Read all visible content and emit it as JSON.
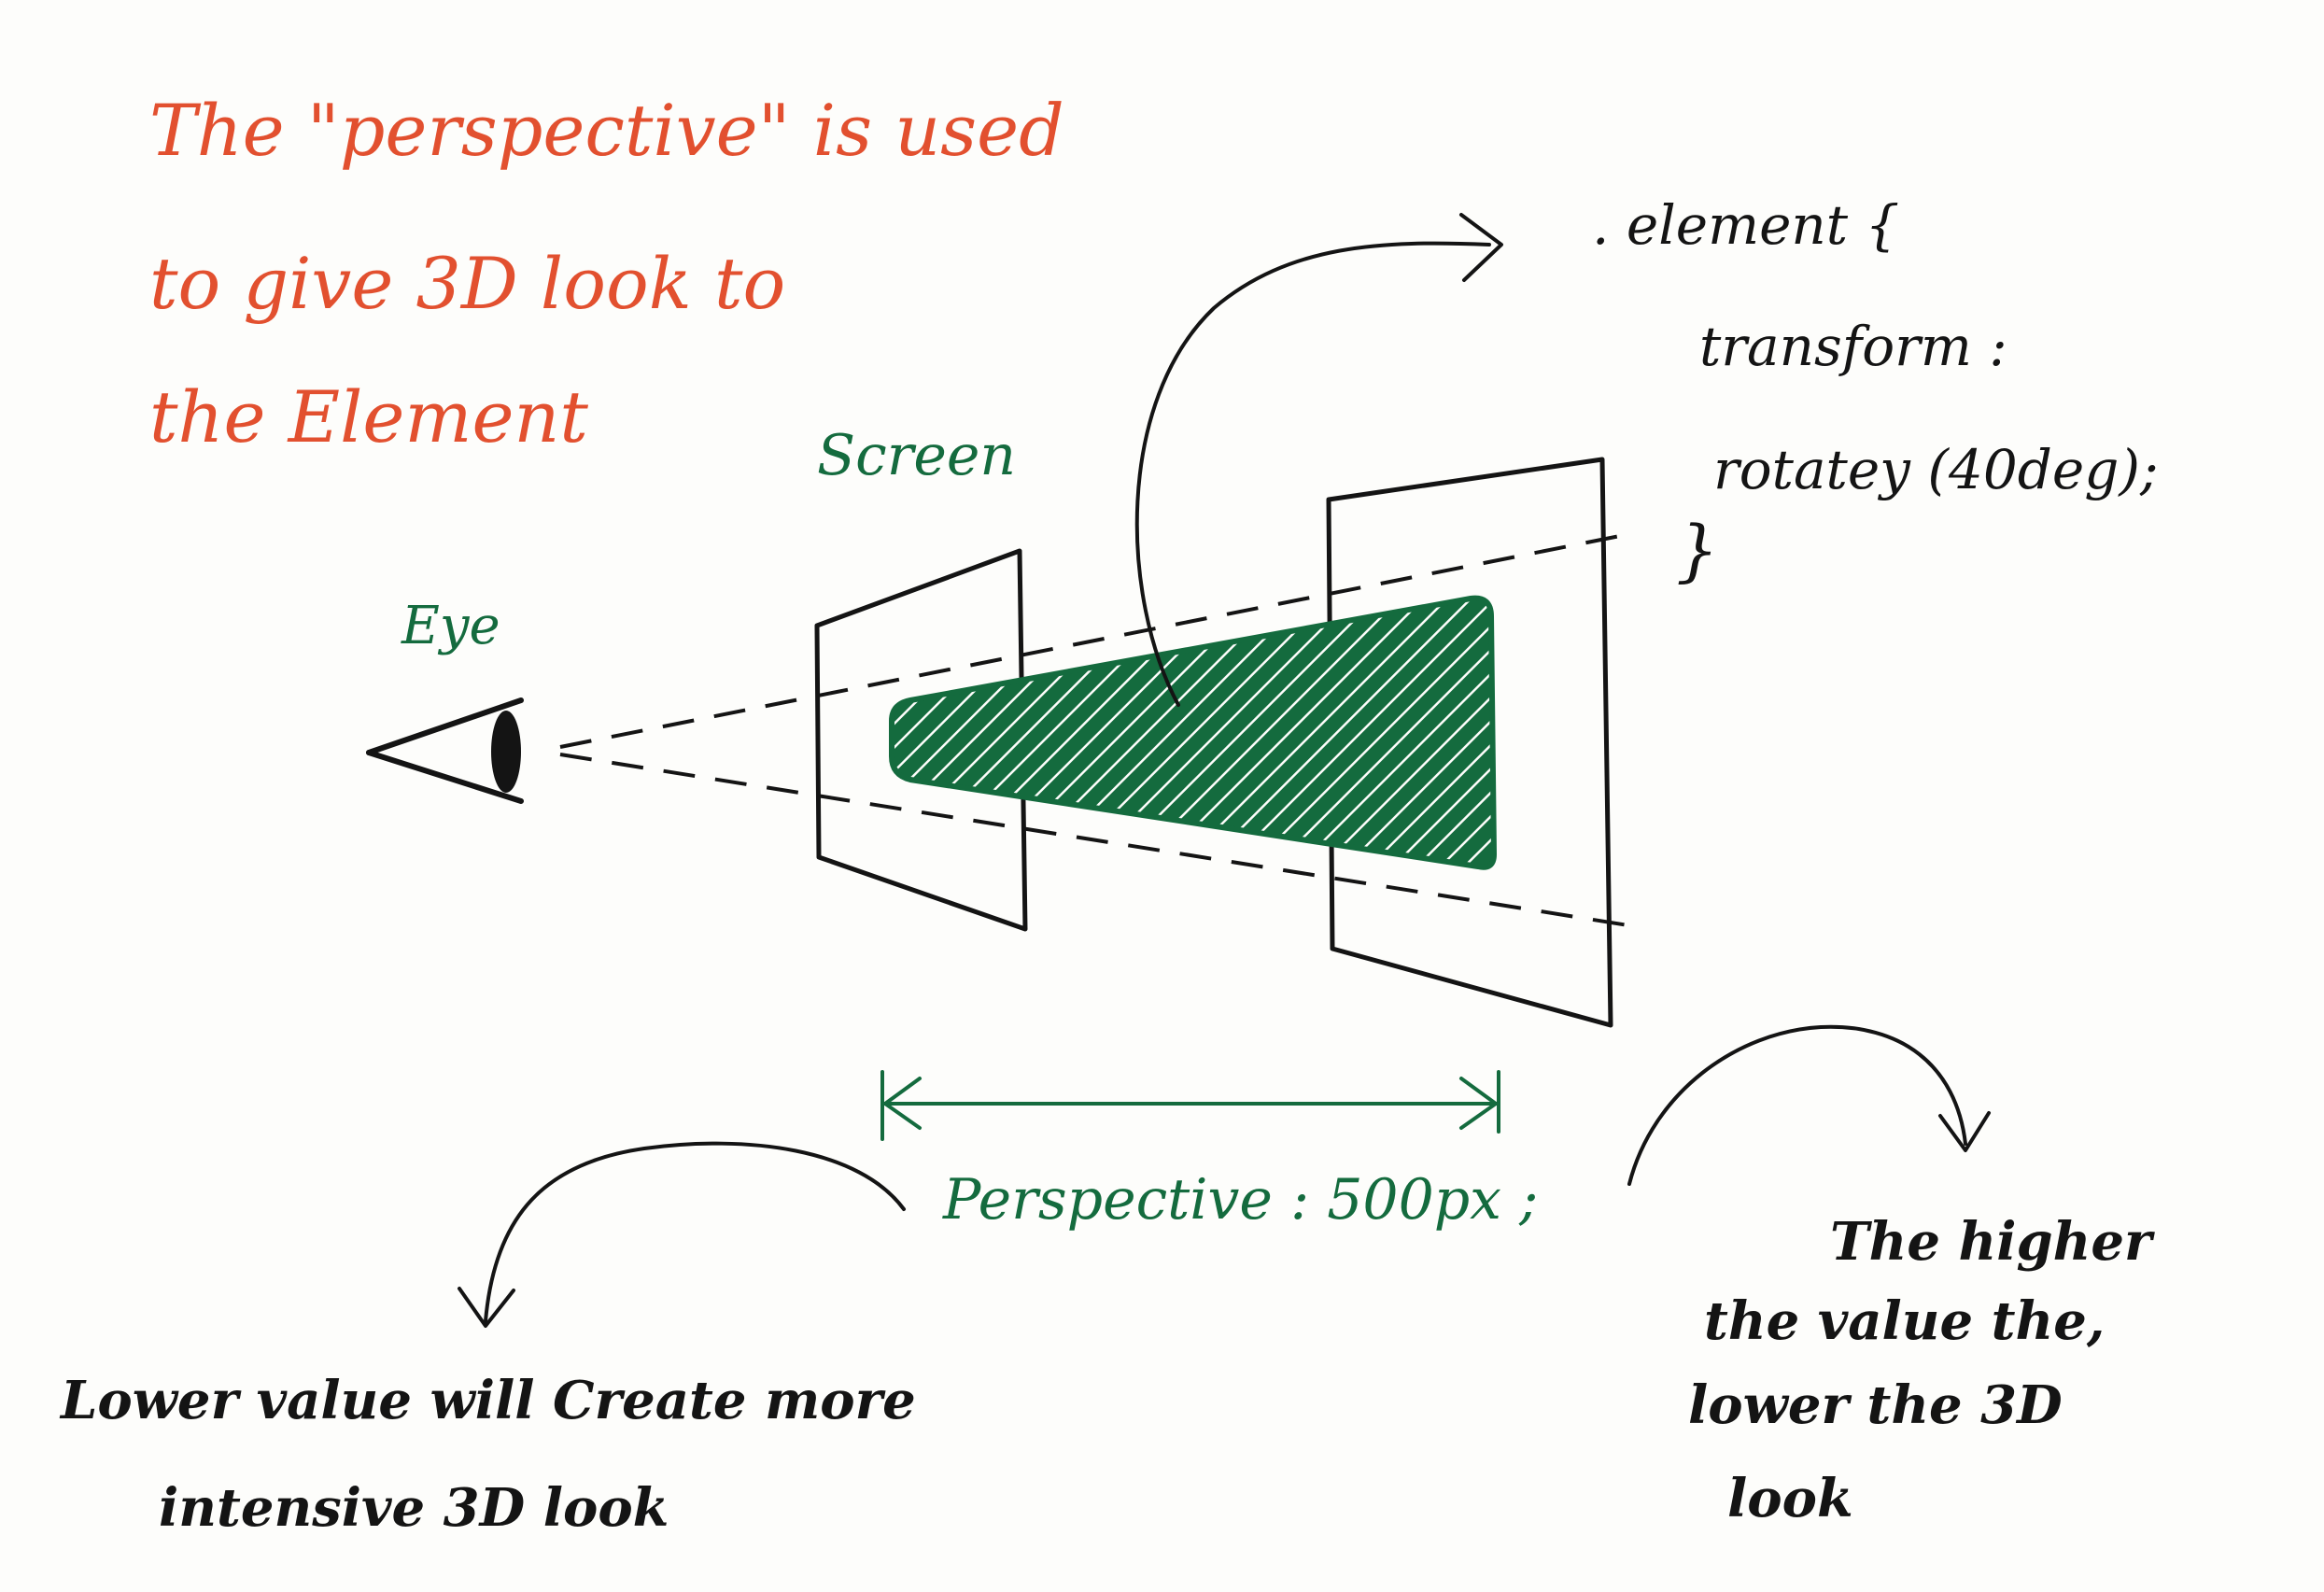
{
  "intro": {
    "line1": "The \"perspective\" is used",
    "line2": "to give 3D look to",
    "line3": "the Element"
  },
  "labels": {
    "screen": "Screen",
    "eye": "Eye",
    "perspective": "Perspective : 500px ;"
  },
  "code": {
    "line1": ". element {",
    "line2": "transform :",
    "line3": "rotatey (40deg);",
    "line4": "}"
  },
  "notes": {
    "lower_line1": "Lower value will Create more",
    "lower_line2": "intensive 3D look",
    "higher_line1": "The higher",
    "higher_line2": "the value the,",
    "higher_line3": "lower the 3D",
    "higher_line4": "look"
  },
  "colors": {
    "intro": "#e2502f",
    "diagram_labels": "#146b3e",
    "shape_fill": "#146b3e",
    "ink": "#141414"
  }
}
